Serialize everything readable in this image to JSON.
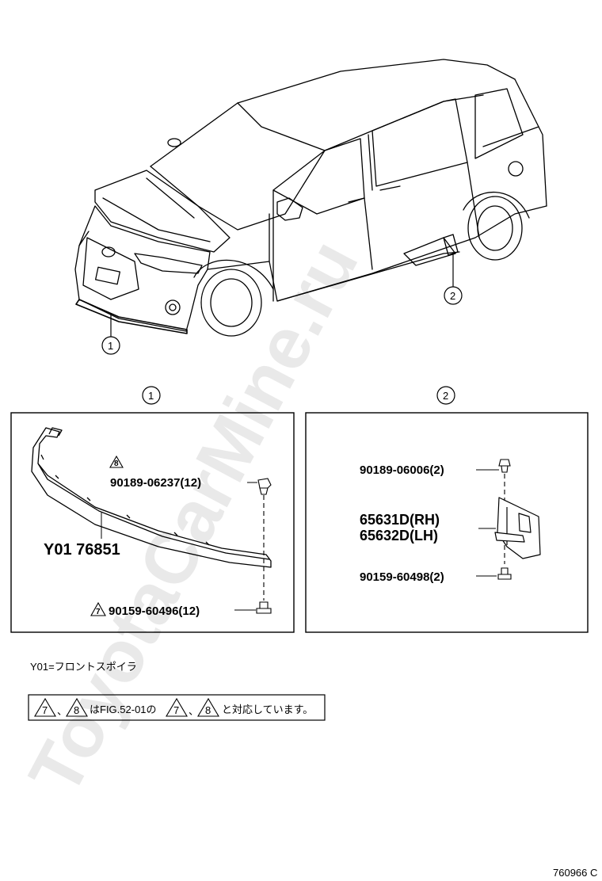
{
  "watermark": "ToyotaCarMine.ru",
  "callouts": {
    "one": "1",
    "two": "2"
  },
  "panel1": {
    "part_main": "Y01 76851",
    "tri8": "8",
    "part_8": "90189-06237(12)",
    "tri7": "7",
    "part_7": "90159-60496(12)"
  },
  "panel2": {
    "part_top": "90189-06006(2)",
    "part_rh": "65631D(RH)",
    "part_lh": "65632D(LH)",
    "part_bottom": "90159-60498(2)"
  },
  "legend_y01": "Y01=フロントスポイラ",
  "footnote": {
    "t7": "7",
    "t8": "8",
    "text": "はFIG.52-01の",
    "t7b": "7",
    "t8b": "8",
    "end": "と対応しています。",
    "sep": "、"
  },
  "figure_code": "760966 C"
}
